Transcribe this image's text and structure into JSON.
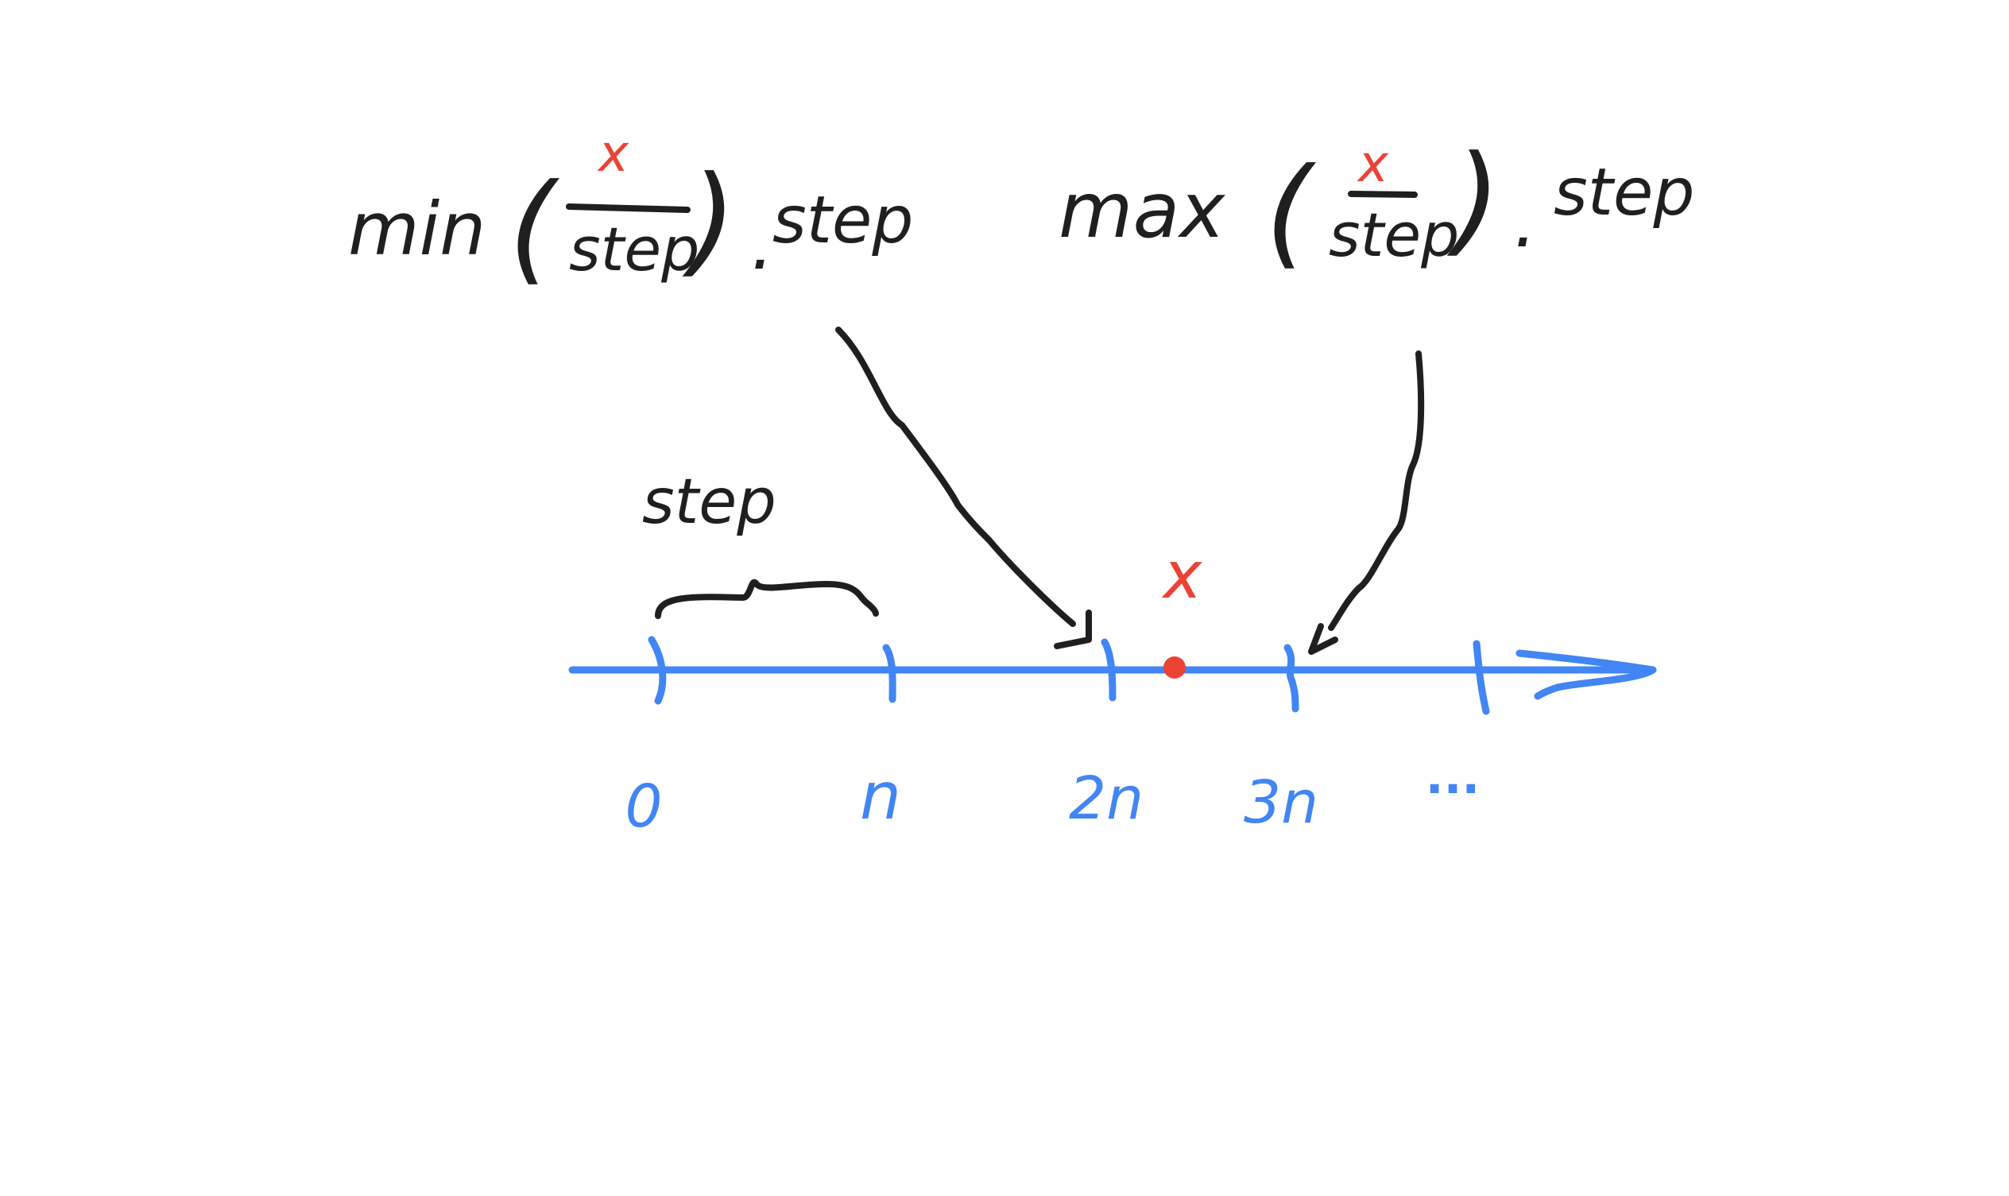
{
  "colors": {
    "background": "#ffffff",
    "ink": "#1f1f1f",
    "axis": "#4285f4",
    "highlight": "#ea4335"
  },
  "formula_left": {
    "func": "min",
    "open": "(",
    "numerator": "x",
    "denominator": "step",
    "close": ")",
    "dot": ".",
    "multiplier": "step"
  },
  "formula_right": {
    "func": "max",
    "open": "(",
    "numerator": "x",
    "denominator": "step",
    "close": ")",
    "dot": ".",
    "multiplier": "step"
  },
  "step_brace": {
    "label": "step"
  },
  "number_line": {
    "point_label": "x",
    "tick_labels": [
      "0",
      "n",
      "2n",
      "3n",
      "..."
    ]
  }
}
